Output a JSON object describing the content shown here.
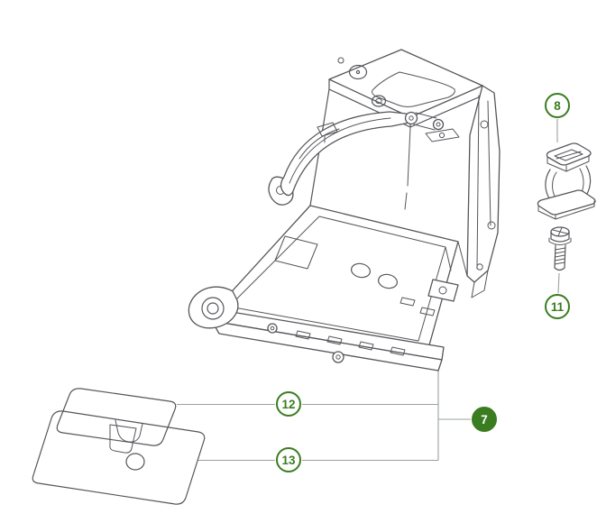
{
  "diagram": {
    "callouts": {
      "item7": {
        "label": "7",
        "style": "filled"
      },
      "item8": {
        "label": "8",
        "style": "outline"
      },
      "item11": {
        "label": "11",
        "style": "outline"
      },
      "item12": {
        "label": "12",
        "style": "outline"
      },
      "item13": {
        "label": "13",
        "style": "outline"
      }
    },
    "colors": {
      "accent_green": "#3a7d20",
      "callout_text": "#3a7d20",
      "connector_gray": "#9aa0a0",
      "drawing_gray": "#55565a",
      "background": "#ffffff"
    }
  }
}
